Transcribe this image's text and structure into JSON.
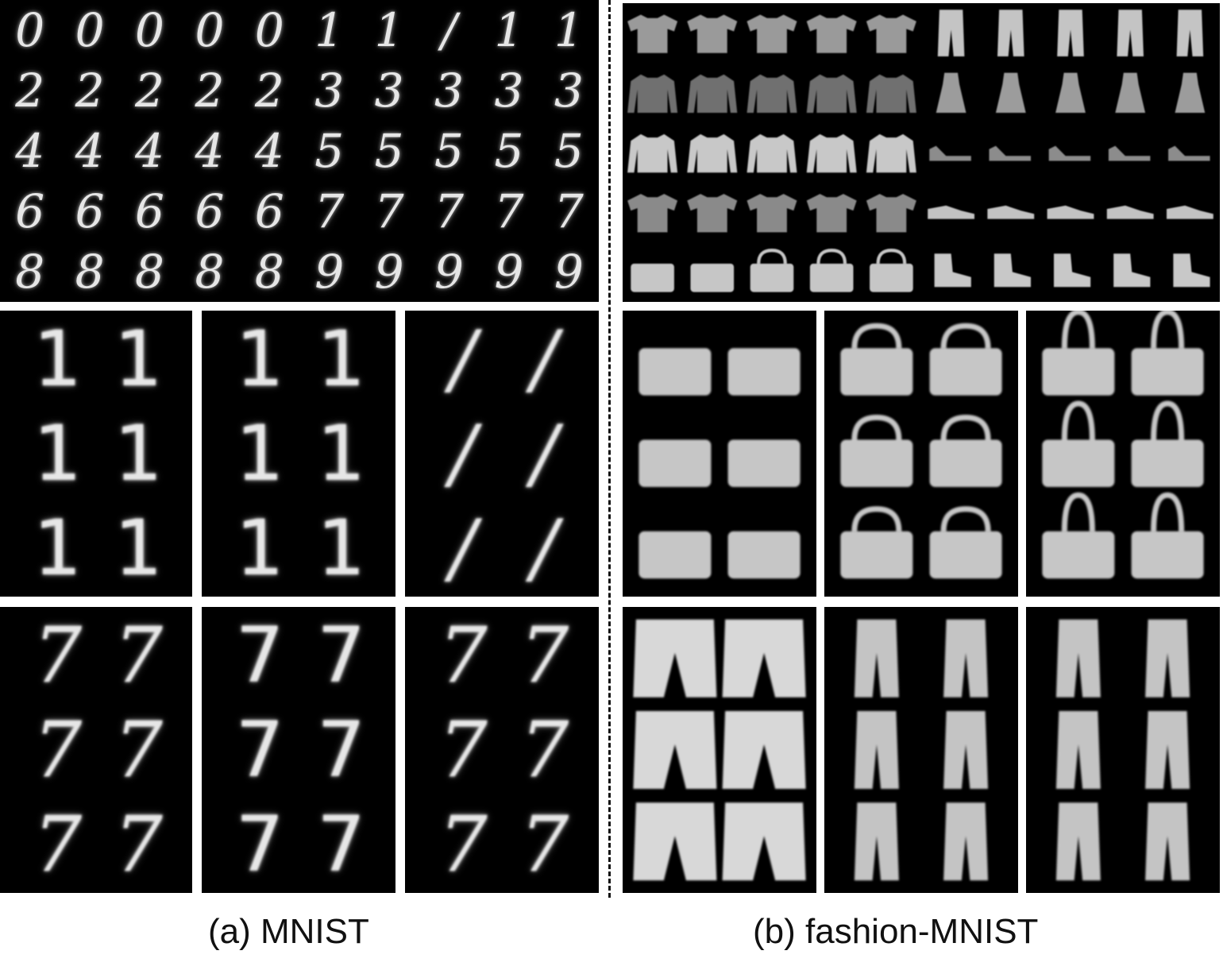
{
  "figure": {
    "captions": {
      "mnist": "(a) MNIST",
      "fashion": "(b) fashion-MNIST"
    },
    "mnist_grid": {
      "rows": [
        [
          "0",
          "0",
          "0",
          "0",
          "0",
          "1",
          "1",
          "/",
          "1",
          "1"
        ],
        [
          "2",
          "2",
          "2",
          "2",
          "2",
          "3",
          "3",
          "3",
          "3",
          "3"
        ],
        [
          "4",
          "4",
          "4",
          "4",
          "4",
          "5",
          "5",
          "5",
          "5",
          "5"
        ],
        [
          "6",
          "6",
          "6",
          "6",
          "6",
          "7",
          "7",
          "7",
          "7",
          "7"
        ],
        [
          "8",
          "8",
          "8",
          "8",
          "8",
          "9",
          "9",
          "9",
          "9",
          "9"
        ]
      ]
    },
    "mnist_panels": [
      {
        "glyph": "1",
        "style": "serif-one"
      },
      {
        "glyph": "1",
        "style": "straight"
      },
      {
        "glyph": "/",
        "style": "slanted"
      },
      {
        "glyph": "7",
        "style": "crossed"
      },
      {
        "glyph": "7",
        "style": "plain"
      },
      {
        "glyph": "7",
        "style": "slanted"
      }
    ],
    "fashion_grid": {
      "rows": [
        [
          "tshirt",
          "tshirt",
          "tshirt",
          "tshirt",
          "tshirt",
          "trouser",
          "trouser",
          "trouser",
          "trouser",
          "trouser"
        ],
        [
          "pullover",
          "pullover",
          "pullover",
          "pullover",
          "pullover",
          "dress",
          "dress",
          "dress",
          "dress",
          "dress"
        ],
        [
          "coat",
          "coat",
          "coat",
          "coat",
          "coat",
          "sandal",
          "sandal",
          "sandal",
          "sandal",
          "sandal"
        ],
        [
          "shirt",
          "shirt",
          "shirt",
          "shirt",
          "shirt",
          "sneaker",
          "sneaker",
          "sneaker",
          "sneaker",
          "sneaker"
        ],
        [
          "bag",
          "bag",
          "bag",
          "bag",
          "bag",
          "boot",
          "boot",
          "boot",
          "boot",
          "boot"
        ]
      ]
    },
    "fashion_panels": [
      {
        "item": "bag",
        "style": "no-handle"
      },
      {
        "item": "bag",
        "style": "wide-handle"
      },
      {
        "item": "bag",
        "style": "tall-handle"
      },
      {
        "item": "trouser",
        "style": "wide"
      },
      {
        "item": "trouser",
        "style": "slim"
      },
      {
        "item": "trouser",
        "style": "slim-bent"
      }
    ]
  }
}
